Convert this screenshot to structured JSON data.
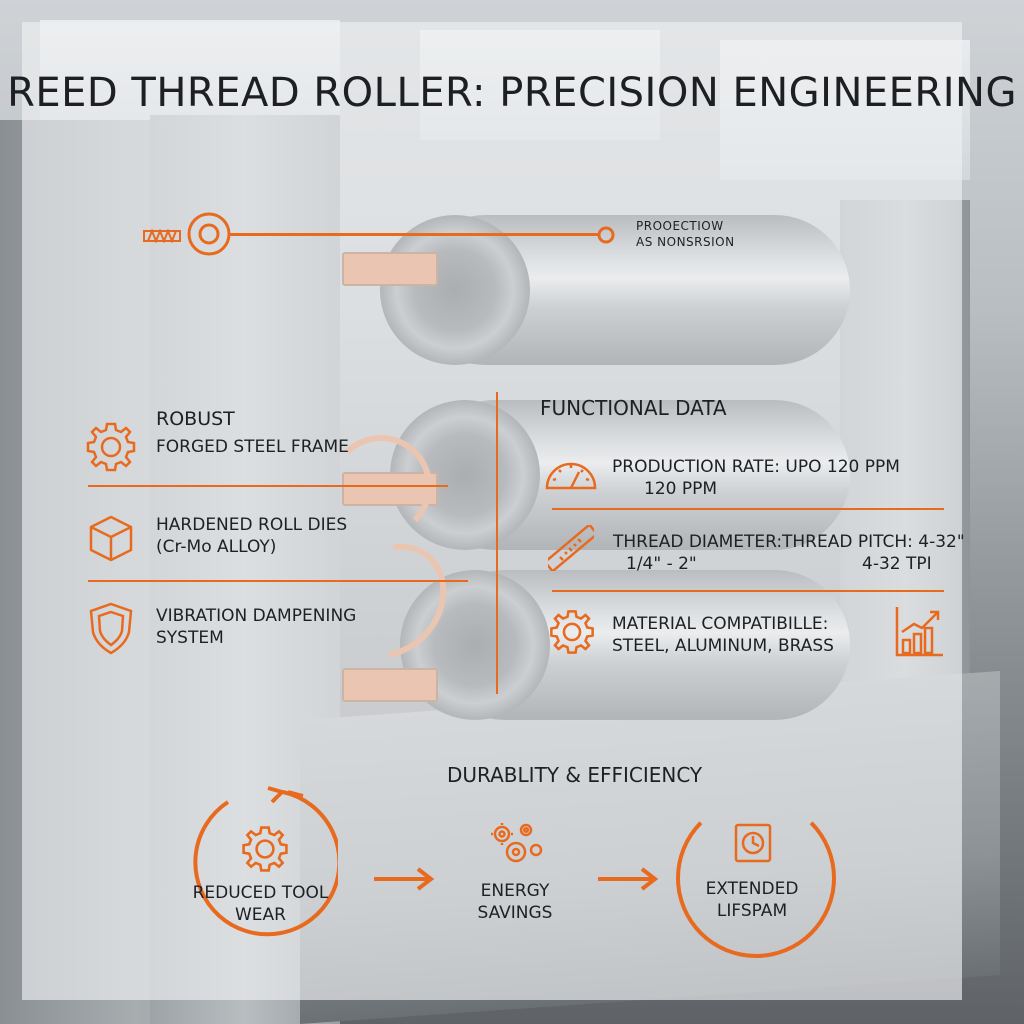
{
  "title": "REED THREAD ROLLER: PRECISION ENGINEERING",
  "callout": {
    "line1": "PROOECTIOW",
    "line2": "AS NONSRSION"
  },
  "left_features": [
    {
      "line1": "ROBUST",
      "line2": "FORGED STEEL FRAME",
      "icon": "gear-icon"
    },
    {
      "line1": "HARDENED ROLL DIES",
      "line2": "(Cr-Mo ALLOY)",
      "icon": "cube-icon"
    },
    {
      "line1": "VIBRATION DAMPENING",
      "line2": "SYSTEM",
      "icon": "shield-icon"
    }
  ],
  "functional": {
    "heading": "FUNCTIONAL DATA",
    "production_rate": {
      "line1": "PRODUCTION RATE:  UPO 120 PPM",
      "line2": "120 PPM",
      "icon": "gauge-icon"
    },
    "thread_diameter": {
      "label": "THREAD DIAMETER:",
      "value": "1/4\"  - 2\"",
      "icon": "ruler-icon"
    },
    "thread_pitch": {
      "label": "THREAD PITCH: 4-32\"",
      "value": "4-32 TPI"
    },
    "material": {
      "line1": "MATERIAL COMPATIBILLE:",
      "line2": "STEEL, ALUMINUM, BRASS",
      "icon": "gear-icon"
    },
    "chart_icon": "bar-chart-growth-icon"
  },
  "durability": {
    "heading": "DURABLITY & EFFICIENCY",
    "items": [
      {
        "line1": "REDUCED TOOL",
        "line2": "WEAR",
        "icon": "gear-icon"
      },
      {
        "line1": "ENERGY",
        "line2": "SAVINGS",
        "icon": "gears-cluster-icon"
      },
      {
        "line1": "EXTENDED",
        "line2": "LIFSPAM",
        "icon": "clock-document-icon"
      }
    ]
  },
  "colors": {
    "accent": "#e76a1f",
    "text": "#1e2023",
    "overlay": "rgba(238,240,242,0.66)"
  }
}
